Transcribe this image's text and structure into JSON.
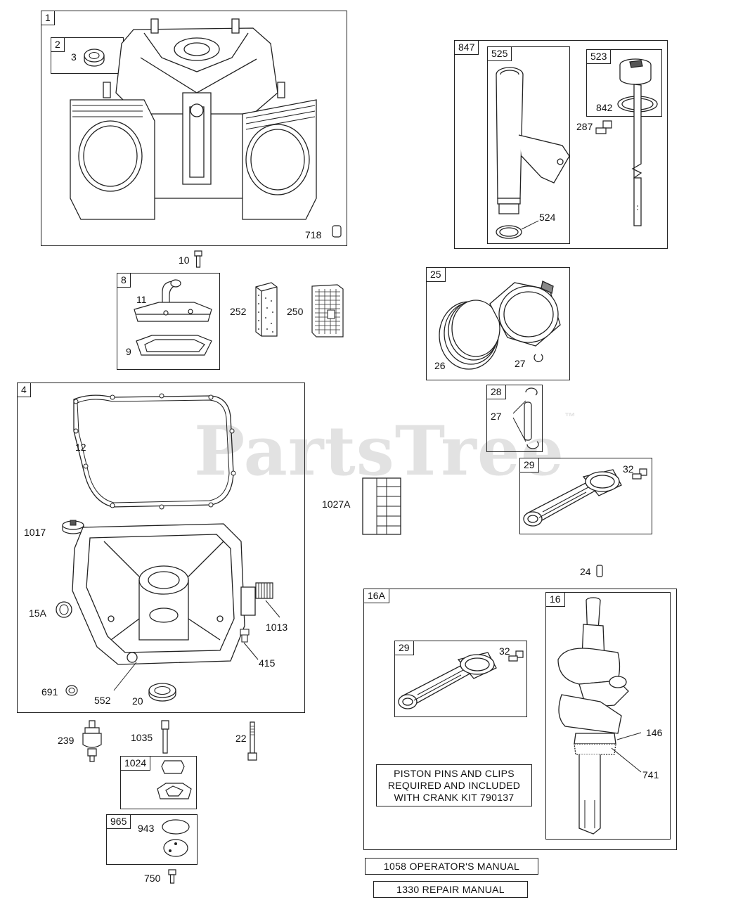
{
  "watermark": {
    "text": "PartsTree",
    "tm": "™"
  },
  "groups": {
    "g1": "1",
    "g2": "2",
    "g8": "8",
    "g4": "4",
    "g847": "847",
    "g525": "525",
    "g523": "523",
    "g25": "25",
    "g28": "28",
    "g29a": "29",
    "g16A": "16A",
    "g29b": "29",
    "g16": "16",
    "g1024": "1024",
    "g965": "965"
  },
  "parts": {
    "p3": "3",
    "p718": "718",
    "p10": "10",
    "p11": "11",
    "p9": "9",
    "p252": "252",
    "p250": "250",
    "p12": "12",
    "p1017": "1017",
    "p15A": "15A",
    "p1013": "1013",
    "p415": "415",
    "p691": "691",
    "p552": "552",
    "p20": "20",
    "p239": "239",
    "p1035": "1035",
    "p22": "22",
    "p943": "943",
    "p750": "750",
    "p842": "842",
    "p287": "287",
    "p524": "524",
    "p26": "26",
    "p27a": "27",
    "p27b": "27",
    "p32a": "32",
    "p1027A": "1027A",
    "p24": "24",
    "p32b": "32",
    "p146": "146",
    "p741": "741"
  },
  "note": {
    "line1": "PISTON PINS AND CLIPS",
    "line2": "REQUIRED AND INCLUDED",
    "line3": "WITH CRANK KIT 790137"
  },
  "manuals": {
    "operator": "1058 OPERATOR'S MANUAL",
    "repair": "1330 REPAIR MANUAL"
  }
}
